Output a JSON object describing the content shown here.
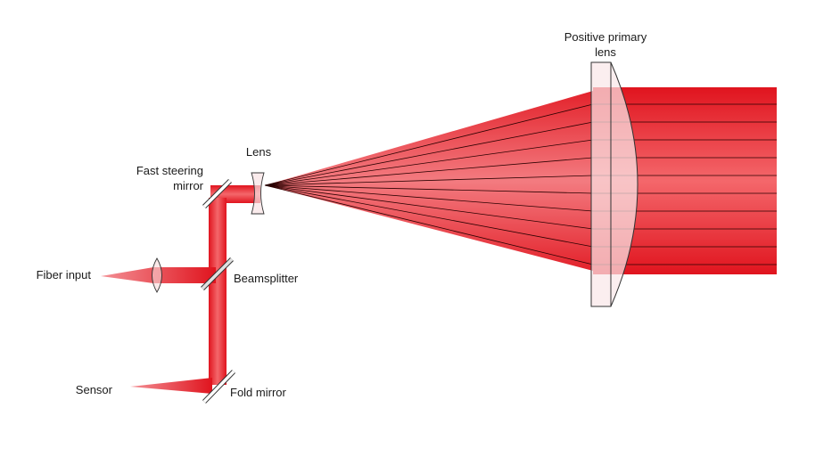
{
  "labels": {
    "primary_lens_line1": "Positive primary",
    "primary_lens_line2": "lens",
    "lens": "Lens",
    "steering_mirror_line1": "Fast steering",
    "steering_mirror_line2": "mirror",
    "fiber_input": "Fiber input",
    "beamsplitter": "Beamsplitter",
    "sensor": "Sensor",
    "fold_mirror": "Fold mirror"
  },
  "colors": {
    "beam_dark": "#e0141e",
    "beam_light": "#f25a5f",
    "optic_fill": "#f6e6e7",
    "outline": "#333333"
  }
}
